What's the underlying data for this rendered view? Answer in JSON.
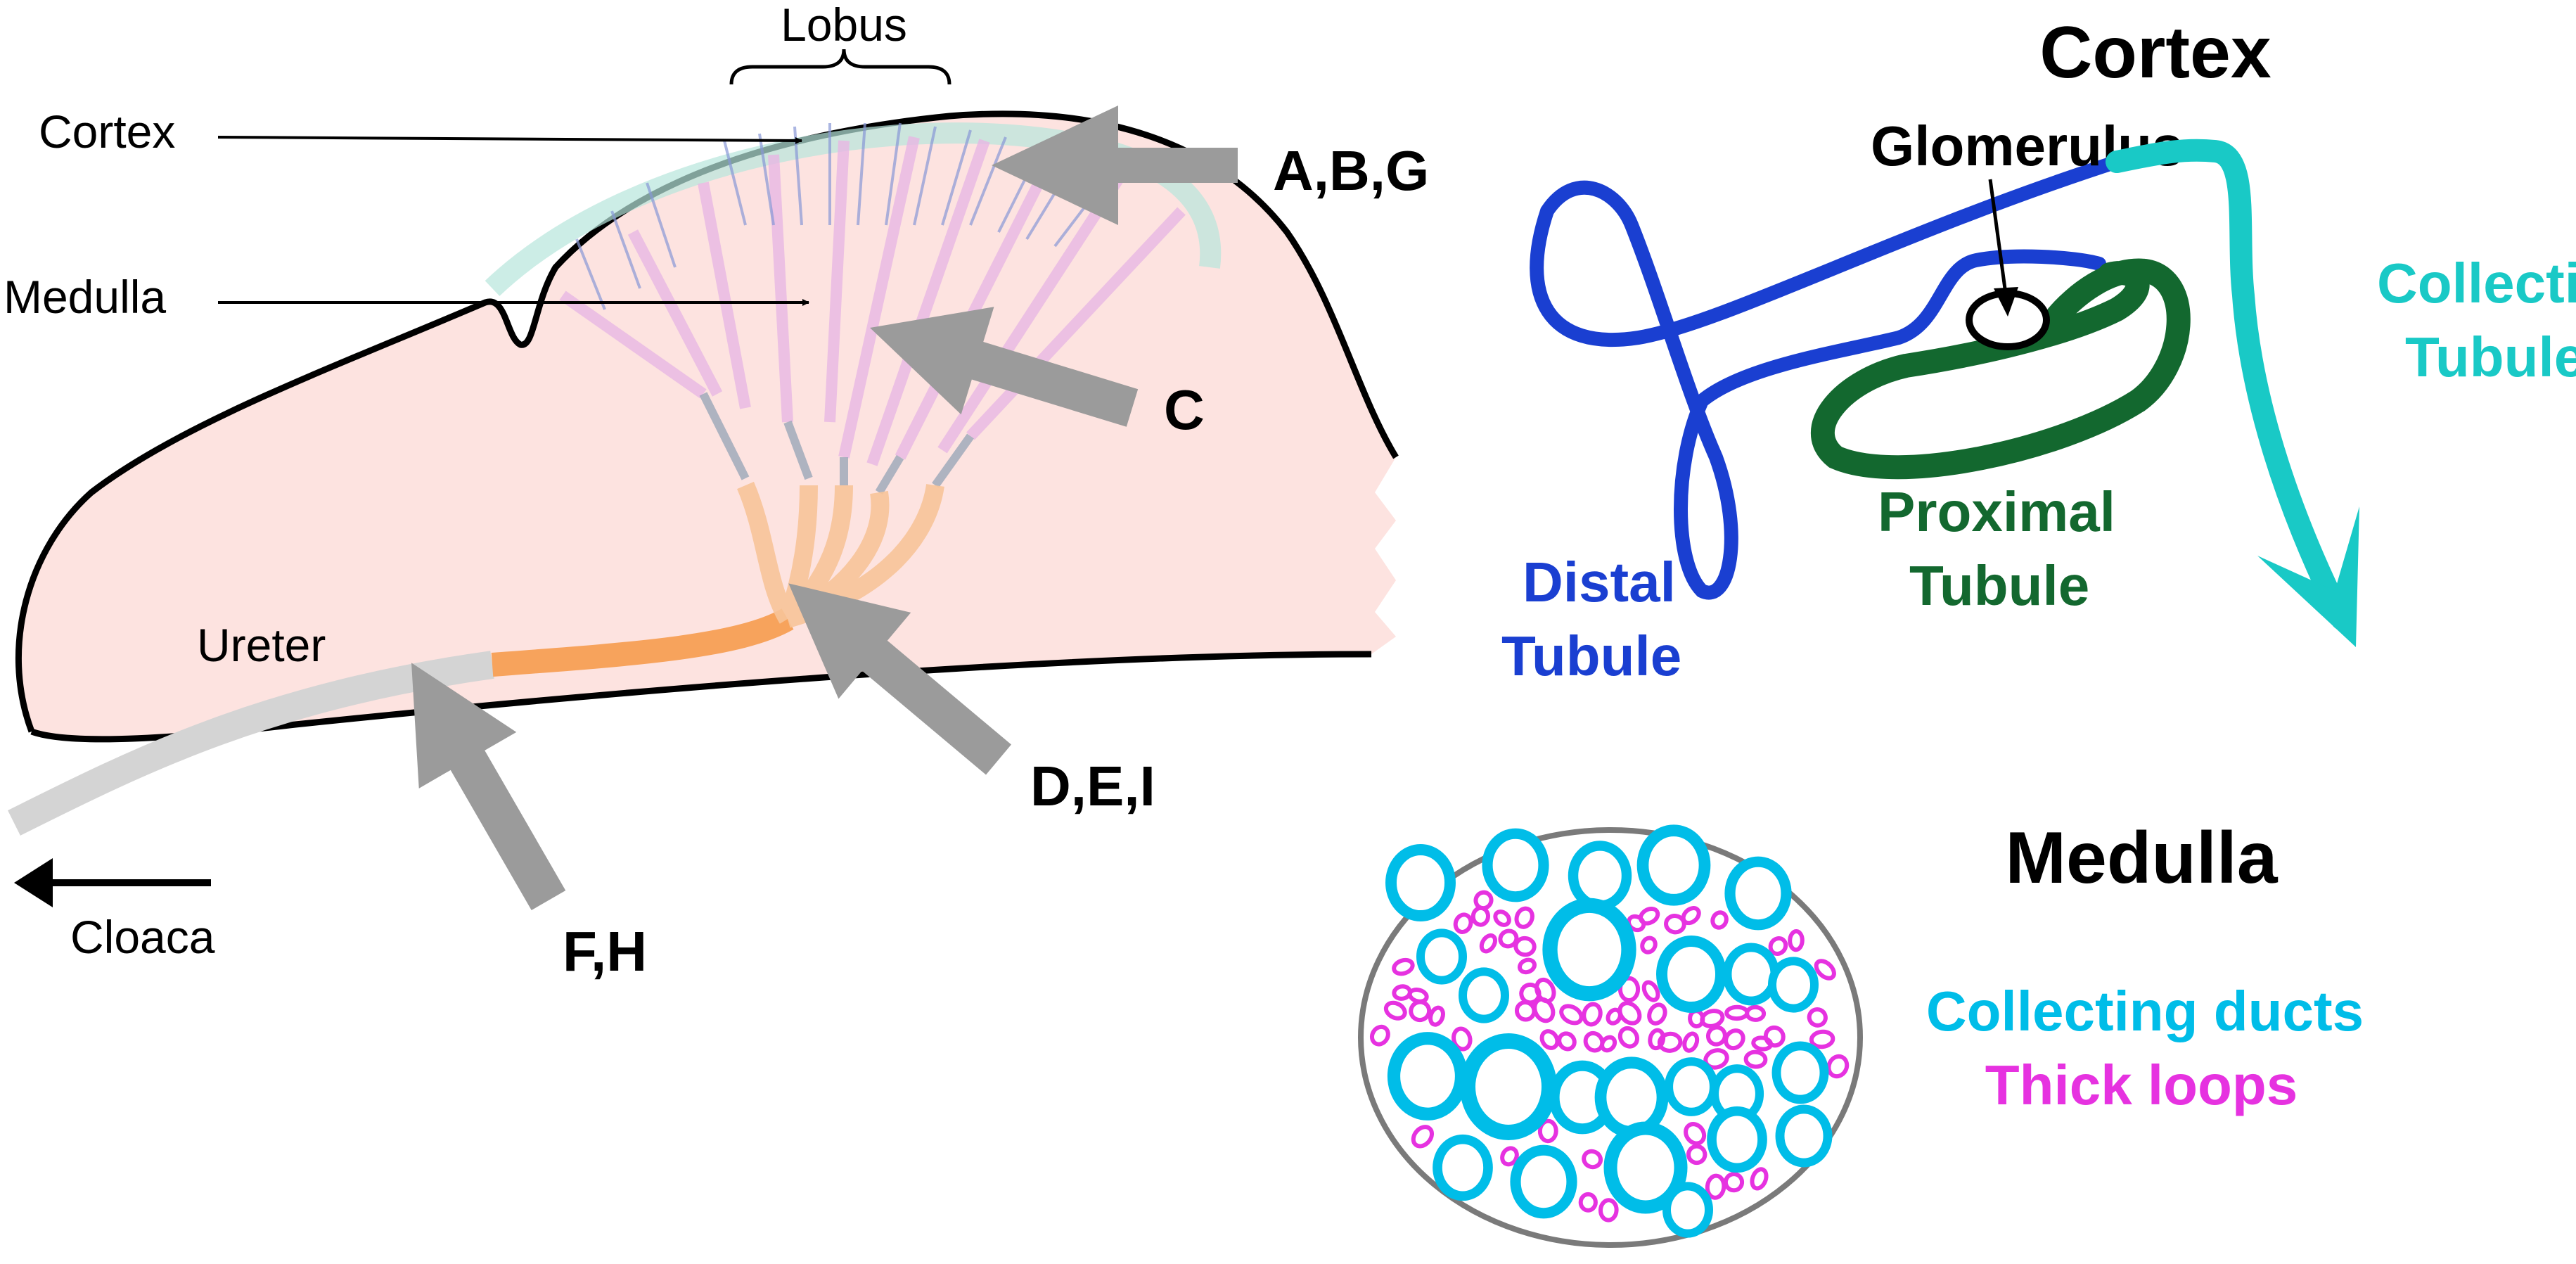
{
  "kidney": {
    "lobus": "Lobus",
    "cortex": "Cortex",
    "medulla": "Medulla",
    "ureter": "Ureter",
    "cloaca": "Cloaca",
    "arrow_abg": "A,B,G",
    "arrow_c": "C",
    "arrow_dei": "D,E,I",
    "arrow_fh": "F,H"
  },
  "cortex_panel": {
    "title": "Cortex",
    "glomerulus": "Glomerulus",
    "collecting_1": "Collecting",
    "collecting_2": "Tubule",
    "proximal_1": "Proximal",
    "proximal_2": "Tubule",
    "distal_1": "Distal",
    "distal_2": "Tubule"
  },
  "medulla_panel": {
    "title": "Medulla",
    "legend_ducts": "Collecting ducts",
    "legend_loops": "Thick loops"
  },
  "colors": {
    "tissue": "#fde3e0",
    "distal": "#1a3fd1",
    "proximal": "#13682f",
    "collecting": "#19c9c6",
    "ducts": "#00bde8",
    "loops": "#e632e0",
    "arrow_gray": "#9b9b9b",
    "ureter_orange": "#f7a35c",
    "ureter_gray": "#d4d4d4"
  }
}
